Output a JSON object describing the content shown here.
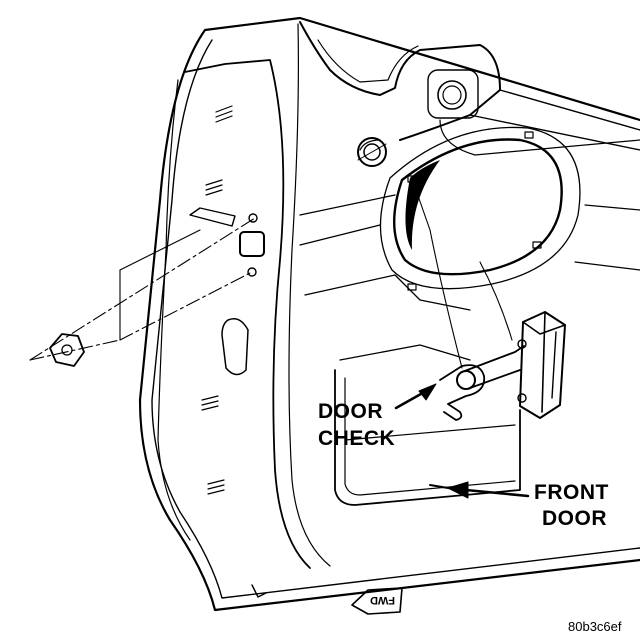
{
  "labels": {
    "door_check_line1": "DOOR",
    "door_check_line2": "CHECK",
    "front_door_line1": "FRONT",
    "front_door_line2": "DOOR",
    "figure_code": "80b3c6ef",
    "arrow_badge": "FWD"
  },
  "colors": {
    "ink": "#000000",
    "paper": "#ffffff"
  }
}
